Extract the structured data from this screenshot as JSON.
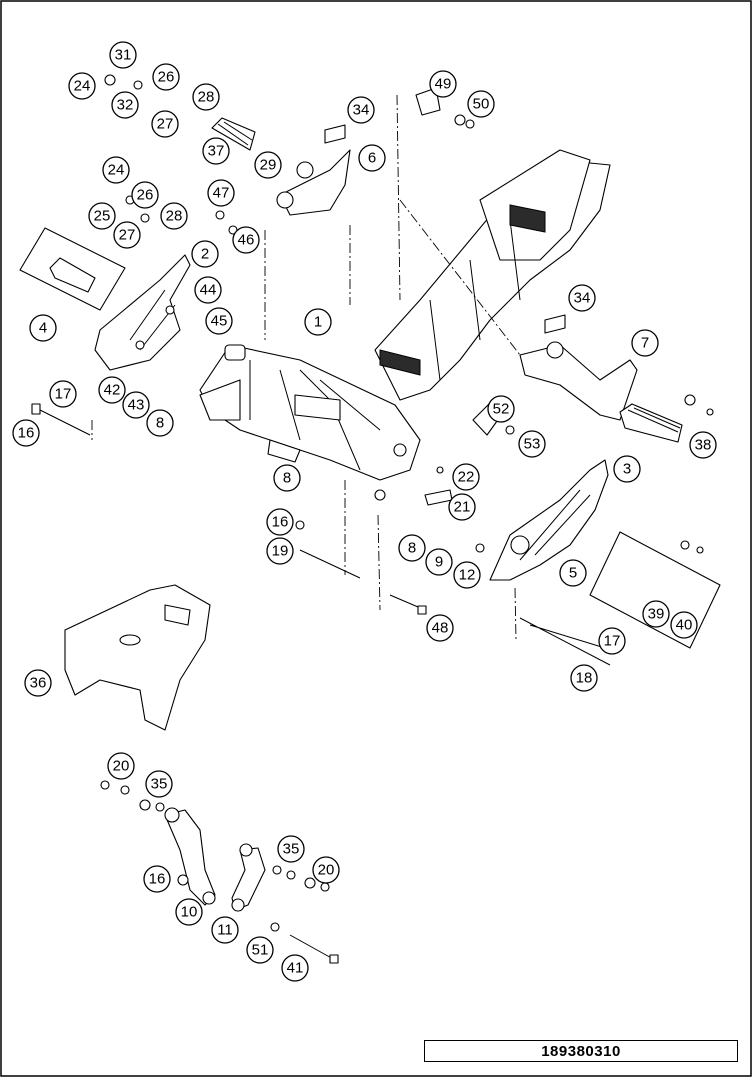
{
  "diagram": {
    "callouts": [
      "31",
      "24",
      "26",
      "32",
      "27",
      "28",
      "37",
      "49",
      "50",
      "34",
      "6",
      "29",
      "24",
      "26",
      "25",
      "27",
      "28",
      "47",
      "46",
      "2",
      "44",
      "45",
      "4",
      "1",
      "34",
      "7",
      "42",
      "43",
      "17",
      "16",
      "8",
      "52",
      "53",
      "38",
      "22",
      "21",
      "8",
      "3",
      "16",
      "19",
      "8",
      "9",
      "12",
      "5",
      "39",
      "40",
      "48",
      "17",
      "18",
      "36",
      "20",
      "35",
      "16",
      "10",
      "11",
      "35",
      "20",
      "51",
      "41"
    ],
    "document_number": "189380310"
  }
}
